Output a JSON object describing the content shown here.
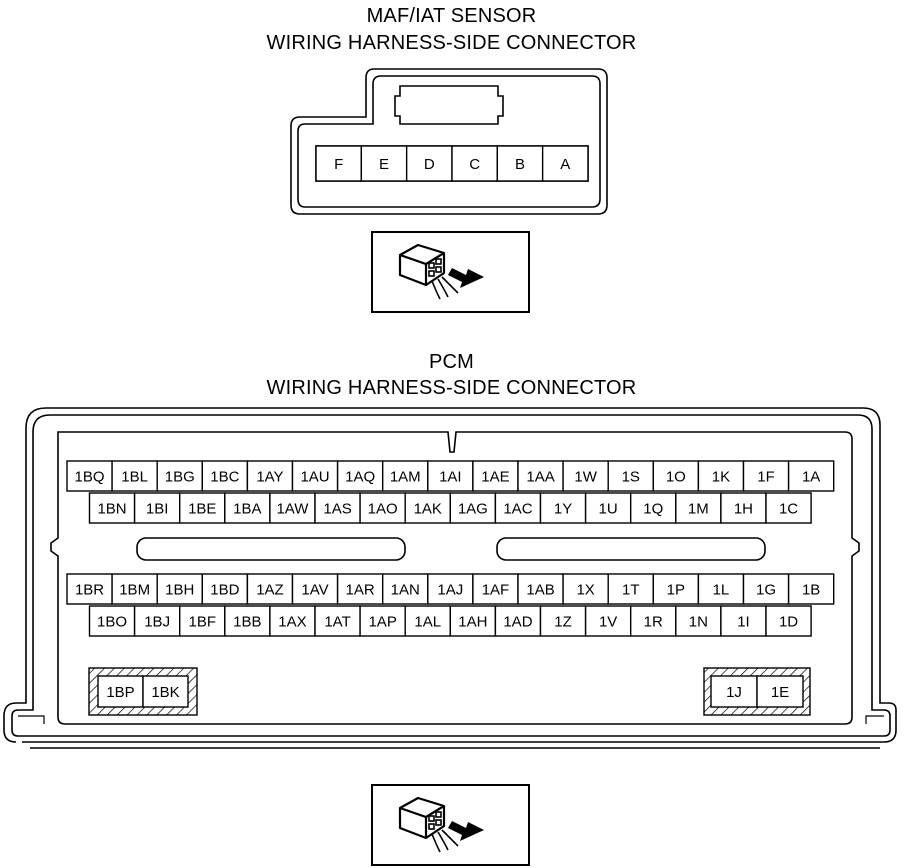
{
  "maf_connector": {
    "title_line1": "MAF/IAT SENSOR",
    "title_line2": "WIRING HARNESS-SIDE CONNECTOR",
    "pins": [
      "F",
      "E",
      "D",
      "C",
      "B",
      "A"
    ]
  },
  "pcm_connector": {
    "title_line1": "PCM",
    "title_line2": "WIRING HARNESS-SIDE CONNECTOR",
    "upper_block": {
      "row1": [
        "1BQ",
        "1BL",
        "1BG",
        "1BC",
        "1AY",
        "1AU",
        "1AQ",
        "1AM",
        "1AI",
        "1AE",
        "1AA",
        "1W",
        "1S",
        "1O",
        "1K",
        "1F",
        "1A"
      ],
      "row2": [
        "1BN",
        "1BI",
        "1BE",
        "1BA",
        "1AW",
        "1AS",
        "1AO",
        "1AK",
        "1AG",
        "1AC",
        "1Y",
        "1U",
        "1Q",
        "1M",
        "1H",
        "1C"
      ]
    },
    "lower_block": {
      "row1": [
        "1BR",
        "1BM",
        "1BH",
        "1BD",
        "1AZ",
        "1AV",
        "1AR",
        "1AN",
        "1AJ",
        "1AF",
        "1AB",
        "1X",
        "1T",
        "1P",
        "1L",
        "1G",
        "1B"
      ],
      "row2": [
        "1BO",
        "1BJ",
        "1BF",
        "1BB",
        "1AX",
        "1AT",
        "1AP",
        "1AL",
        "1AH",
        "1AD",
        "1Z",
        "1V",
        "1R",
        "1N",
        "1I",
        "1D"
      ]
    },
    "left_group": [
      "1BP",
      "1BK"
    ],
    "right_group": [
      "1J",
      "1E"
    ]
  },
  "colors": {
    "line": "#000000",
    "background": "#ffffff"
  },
  "icons": [
    "connector-view-icon",
    "connector-view-icon"
  ]
}
